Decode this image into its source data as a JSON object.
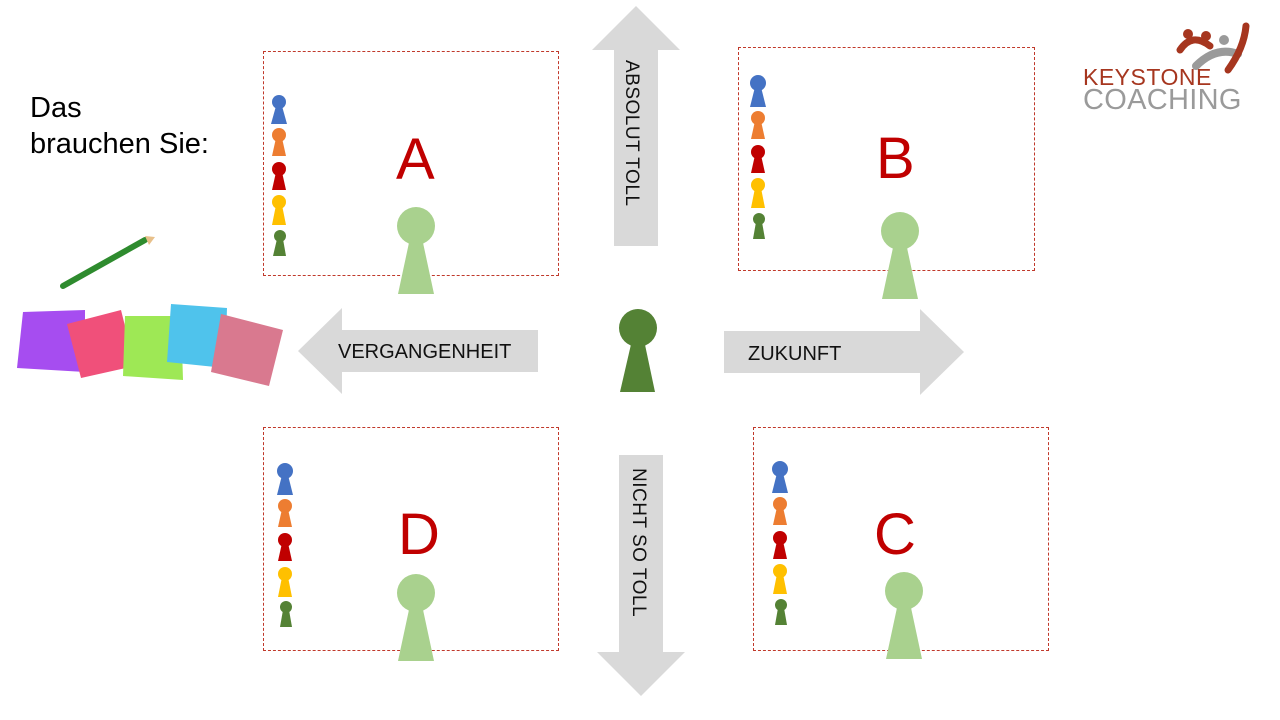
{
  "intro": {
    "line1": "Das",
    "line2": "brauchen Sie:"
  },
  "logo": {
    "line1": "KEYSTONE",
    "line2": "COACHING"
  },
  "axes": {
    "up": "ABSOLUT TOLL",
    "down": "NICHT SO TOLL",
    "left": "VERGANGENHEIT",
    "right": "ZUKUNFT"
  },
  "quadrants": [
    {
      "id": "A",
      "label": "A"
    },
    {
      "id": "B",
      "label": "B"
    },
    {
      "id": "C",
      "label": "C"
    },
    {
      "id": "D",
      "label": "D"
    }
  ],
  "colors": {
    "accent": "#c00000",
    "arrow": "#d9d9d9",
    "figure_large": "#a9d18e",
    "figure_center": "#548235",
    "pawn_colors": [
      "#4472c4",
      "#ed7d31",
      "#c00000",
      "#ffc000",
      "#548235"
    ],
    "logo_red": "#a6361f",
    "logo_gray": "#9a9a9a"
  },
  "materials": {
    "pencil_color": "#2e8b2e",
    "sticky_notes": [
      "#a64df0",
      "#f0507a",
      "#9ee855",
      "#4fc3ec",
      "#d9798f"
    ]
  }
}
